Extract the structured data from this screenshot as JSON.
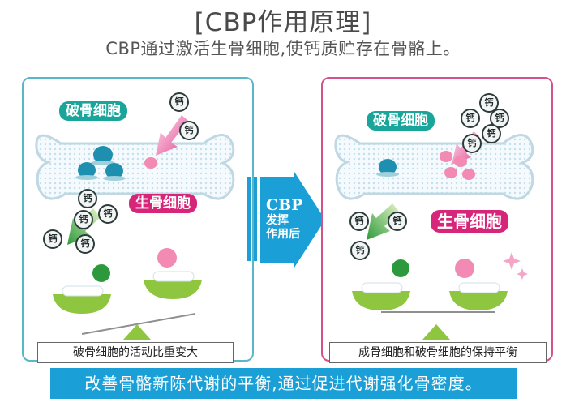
{
  "header": {
    "title": "[CBP作用原理]",
    "subtitle": "CBP通过激活生骨细胞,使钙质贮存在骨骼上。"
  },
  "coin_label": "钙",
  "left_panel": {
    "osteoclast_label": "破骨细胞",
    "osteoblast_label": "生骨细胞",
    "caption": "破骨细胞的活动比重变大"
  },
  "arrow": {
    "main": "CBP",
    "line1": "发挥",
    "line2": "作用后"
  },
  "right_panel": {
    "osteoclast_label": "破骨细胞",
    "osteoblast_label": "生骨细胞",
    "caption": "成骨细胞和破骨细胞的保持平衡"
  },
  "banner": "改善骨骼新陈代谢的平衡,通过促进代谢强化骨密度。",
  "colors": {
    "teal_border": "#5ab7c8",
    "pink_border": "#d4528c",
    "banner_blue": "#1a9fd6",
    "arrow_blue": "#1a9fd6",
    "tag_teal": "#1aa59a",
    "tag_pink": "#d7267a"
  }
}
